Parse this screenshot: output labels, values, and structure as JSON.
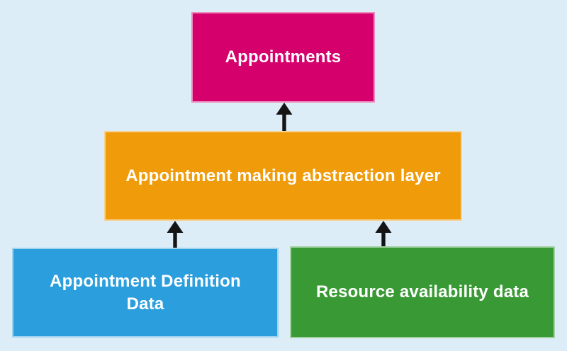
{
  "canvas": {
    "background_color": "#dcedf8"
  },
  "nodes": {
    "appointments": {
      "label": "Appointments",
      "color": "#d6006d",
      "text_color": "#ffffff"
    },
    "abstraction_layer": {
      "label": "Appointment making abstraction layer",
      "color": "#ef9b0a",
      "text_color": "#ffffff"
    },
    "appointment_definition_data": {
      "label": "Appointment Definition Data",
      "color": "#2b9edd",
      "text_color": "#ffffff"
    },
    "resource_availability_data": {
      "label": "Resource availability data",
      "color": "#399a35",
      "text_color": "#ffffff"
    }
  },
  "connectors": [
    {
      "from": "abstraction_layer",
      "to": "appointments",
      "icon": "arrow-up-icon",
      "color": "#141414"
    },
    {
      "from": "appointment_definition_data",
      "to": "abstraction_layer",
      "icon": "arrow-up-icon",
      "color": "#141414"
    },
    {
      "from": "resource_availability_data",
      "to": "abstraction_layer",
      "icon": "arrow-up-icon",
      "color": "#141414"
    }
  ]
}
